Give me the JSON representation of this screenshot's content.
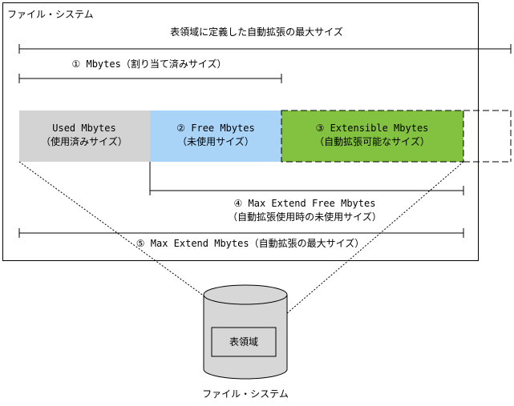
{
  "frame": {
    "title": "ファイル・システム"
  },
  "dimensions": {
    "total": "表領域に定義した自動拡張の最大サイズ",
    "allocated": "① Mbytes（割り当て済みサイズ）",
    "max_extend_free_line1": "④ Max Extend Free Mbytes",
    "max_extend_free_line2": "（自動拡張使用時の未使用サイズ）",
    "max_extend": "⑤ Max Extend Mbytes（自動拡張の最大サイズ）"
  },
  "segments": {
    "used": {
      "line1": "Used Mbytes",
      "line2": "（使用済みサイズ）",
      "color": "#d3d3d3"
    },
    "free": {
      "line1": "② Free Mbytes",
      "line2": "（未使用サイズ）",
      "color": "#a9d4f8"
    },
    "extensible": {
      "line1": "③ Extensible Mbytes",
      "line2": "（自動拡張可能なサイズ）",
      "color": "#82c240"
    }
  },
  "cylinder": {
    "inner_label": "表領域",
    "caption": "ファイル・システム",
    "body_color": "#d7d7d7"
  }
}
